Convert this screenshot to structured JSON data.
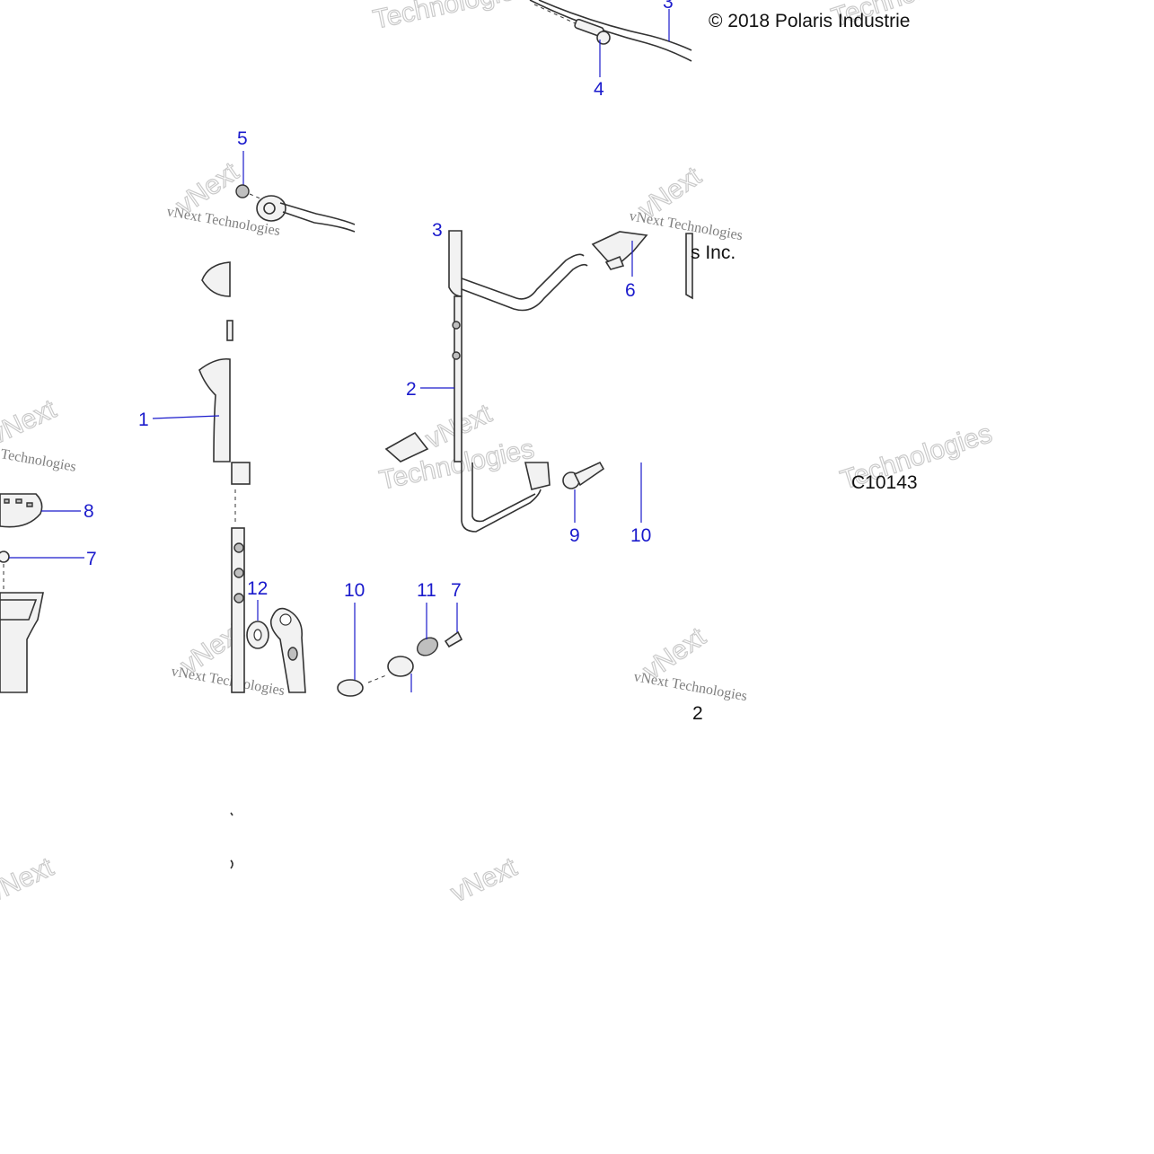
{
  "copyright": "© 2018 Polaris Industrie",
  "copyright_fragment": "s Inc.",
  "figure_code": "C10143",
  "stray_label": "2",
  "watermark": {
    "line1": "vNext",
    "line2": "Technologies",
    "repeated_text": "vNext Technologies"
  },
  "callouts": {
    "c1": "1",
    "c2": "2",
    "c3": "3",
    "c3b": "3",
    "c4": "4",
    "c5": "5",
    "c6": "6",
    "c7a": "7",
    "c7b": "7",
    "c8": "8",
    "c9": "9",
    "c10a": "10",
    "c10b": "10",
    "c11": "11",
    "c12": "12"
  },
  "colors": {
    "callout": "#1a1acc",
    "line": "#333333",
    "watermark": "#bdbdbd"
  }
}
